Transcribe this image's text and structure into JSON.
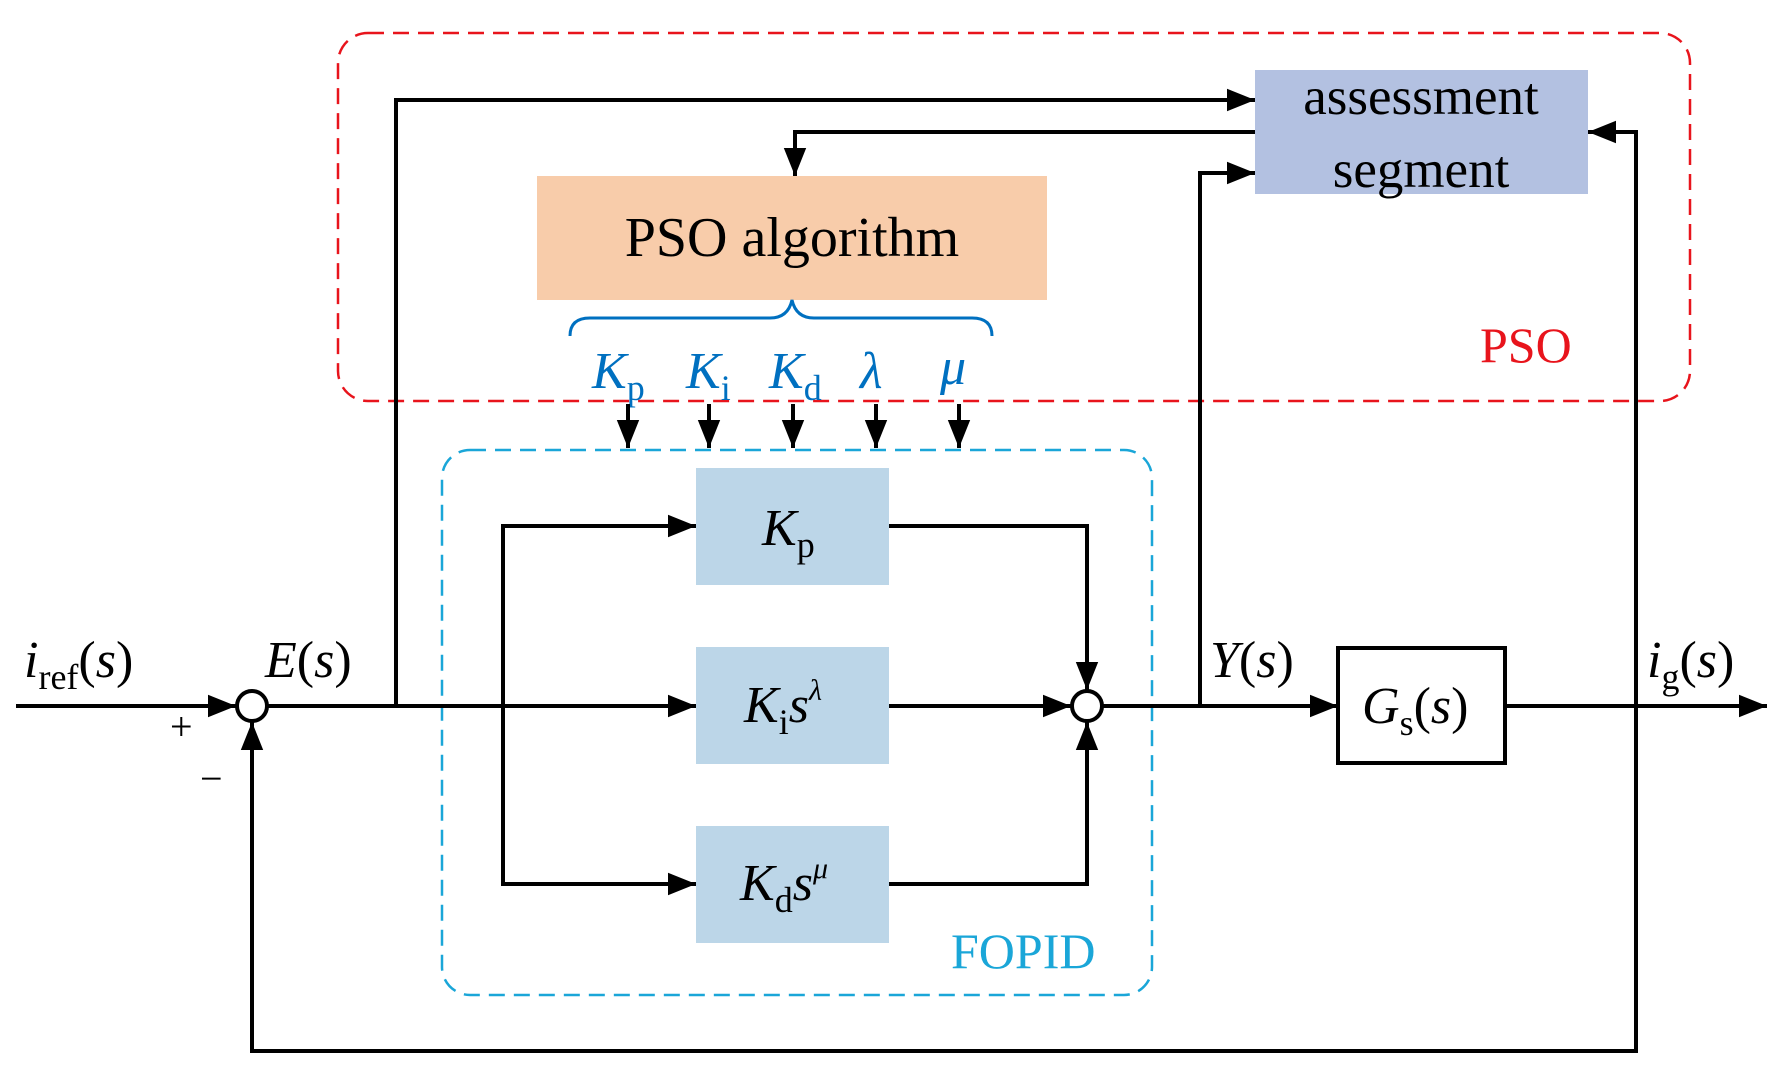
{
  "pso": {
    "label": "PSO",
    "algorithm_label": "PSO algorithm",
    "assessment_line1": "assessment",
    "assessment_line2": "segment",
    "params": [
      {
        "base": "K",
        "sub": "p"
      },
      {
        "base": "K",
        "sub": "i"
      },
      {
        "base": "K",
        "sub": "d"
      },
      {
        "base": "λ",
        "sub": ""
      },
      {
        "base": "μ",
        "sub": ""
      }
    ]
  },
  "fopid": {
    "label": "FOPID",
    "kp": {
      "base": "K",
      "sub": "p"
    },
    "ki": {
      "base": "K",
      "sub": "i",
      "s": "s",
      "exp": "λ"
    },
    "kd": {
      "base": "K",
      "sub": "d",
      "s": "s",
      "exp": "μ"
    }
  },
  "signals": {
    "iref": {
      "base": "i",
      "sub": "ref",
      "arg": "(s)",
      "s": "s",
      "lp": "(",
      "rp": ")"
    },
    "e": {
      "base": "E",
      "lp": "(",
      "s": "s",
      "rp": ")"
    },
    "y": {
      "base": "Y",
      "lp": "(",
      "s": "s",
      "rp": ")"
    },
    "ig": {
      "base": "i",
      "sub": "g",
      "lp": "(",
      "s": "s",
      "rp": ")"
    },
    "plus": "+",
    "minus": "−"
  },
  "plant": {
    "base": "G",
    "sub": "s",
    "lp": "(",
    "s": "s",
    "rp": ")"
  },
  "colors": {
    "pso_border": "#e8141c",
    "fopid_border": "#1aa6d8",
    "pso_block": "#f8ccaa",
    "assessment_block": "#b3c1e1",
    "fopid_block": "#bcd6e8",
    "param_text": "#0070c0"
  }
}
